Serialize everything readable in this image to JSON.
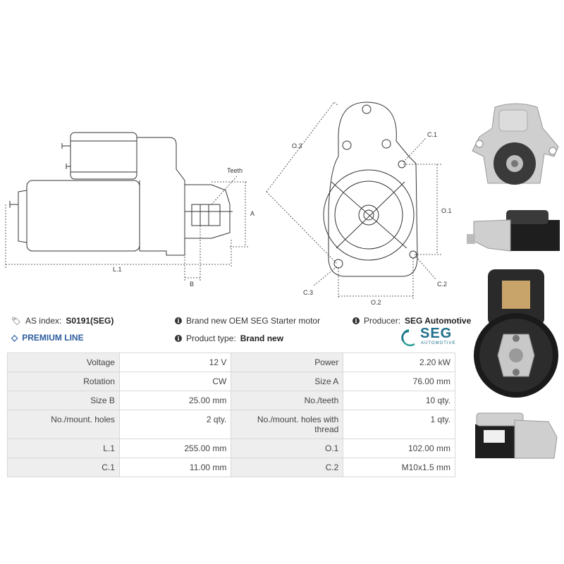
{
  "diagram_labels": {
    "teeth": "Teeth",
    "a": "A",
    "l1": "L.1",
    "b": "B",
    "o3": "O.3",
    "c1": "C.1",
    "o1": "O.1",
    "c3": "C.3",
    "c2": "C.2",
    "o2": "O.2"
  },
  "info": {
    "as_index_label": "AS index:",
    "as_index_value": "S0191(SEG)",
    "description": "Brand new OEM SEG Starter motor",
    "producer_label": "Producer:",
    "producer_value": "SEG Automotive",
    "product_type_label": "Product type:",
    "product_type_value": "Brand new",
    "premium_line": "PREMIUM LINE"
  },
  "logo": {
    "text": "SEG",
    "subtext": "AUTOMOTIVE"
  },
  "specs": [
    {
      "l1": "Voltage",
      "v1": "12 V",
      "l2": "Power",
      "v2": "2.20 kW"
    },
    {
      "l1": "Rotation",
      "v1": "CW",
      "l2": "Size A",
      "v2": "76.00 mm"
    },
    {
      "l1": "Size B",
      "v1": "25.00 mm",
      "l2": "No./teeth",
      "v2": "10 qty."
    },
    {
      "l1": "No./mount. holes",
      "v1": "2 qty.",
      "l2": "No./mount. holes with thread",
      "v2": "1 qty."
    },
    {
      "l1": "L.1",
      "v1": "255.00 mm",
      "l2": "O.1",
      "v2": "102.00 mm"
    },
    {
      "l1": "C.1",
      "v1": "11.00 mm",
      "l2": "C.2",
      "v2": "M10x1.5 mm"
    }
  ],
  "colors": {
    "accent": "#2c5c9e",
    "seg_green": "#2aa198",
    "table_label_bg": "#eeeeee"
  }
}
